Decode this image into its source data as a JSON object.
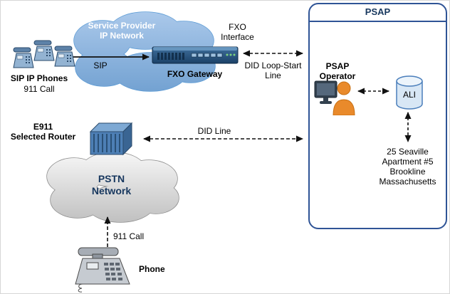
{
  "colors": {
    "psap_border": "#2f5496",
    "navy_text": "#17375e",
    "cloud_blue_stroke": "#5b9bd5",
    "arrow": "#111111"
  },
  "nodes": {
    "sp_cloud": {
      "label": "Service Provider\nIP Network"
    },
    "sip_phones": {
      "label": "SIP IP Phones",
      "sublabel": "911 Call"
    },
    "fxo_gateway": {
      "label": "FXO Gateway"
    },
    "fxo_interface": {
      "label": "FXO\nInterface"
    },
    "psap": {
      "title": "PSAP"
    },
    "psap_operator": {
      "label": "PSAP\nOperator"
    },
    "ali": {
      "label": "ALI",
      "address": "25 Seaville\nApartment #5\nBrookline\nMassachusetts"
    },
    "e911_router": {
      "label": "E911\nSelected Router"
    },
    "pstn_cloud": {
      "label": "PSTN\nNetwork"
    },
    "phone": {
      "label": "Phone",
      "sublabel": "911 Call"
    }
  },
  "edges": {
    "sip": {
      "label": "SIP",
      "style": "solid"
    },
    "did_loop_start": {
      "label": "DID Loop-Start\nLine",
      "style": "dashed"
    },
    "did_line": {
      "label": "DID Line",
      "style": "dashed"
    },
    "operator_ali": {
      "style": "dashed"
    },
    "ali_address": {
      "style": "dashed"
    },
    "phone_pstn": {
      "style": "dashed"
    }
  }
}
